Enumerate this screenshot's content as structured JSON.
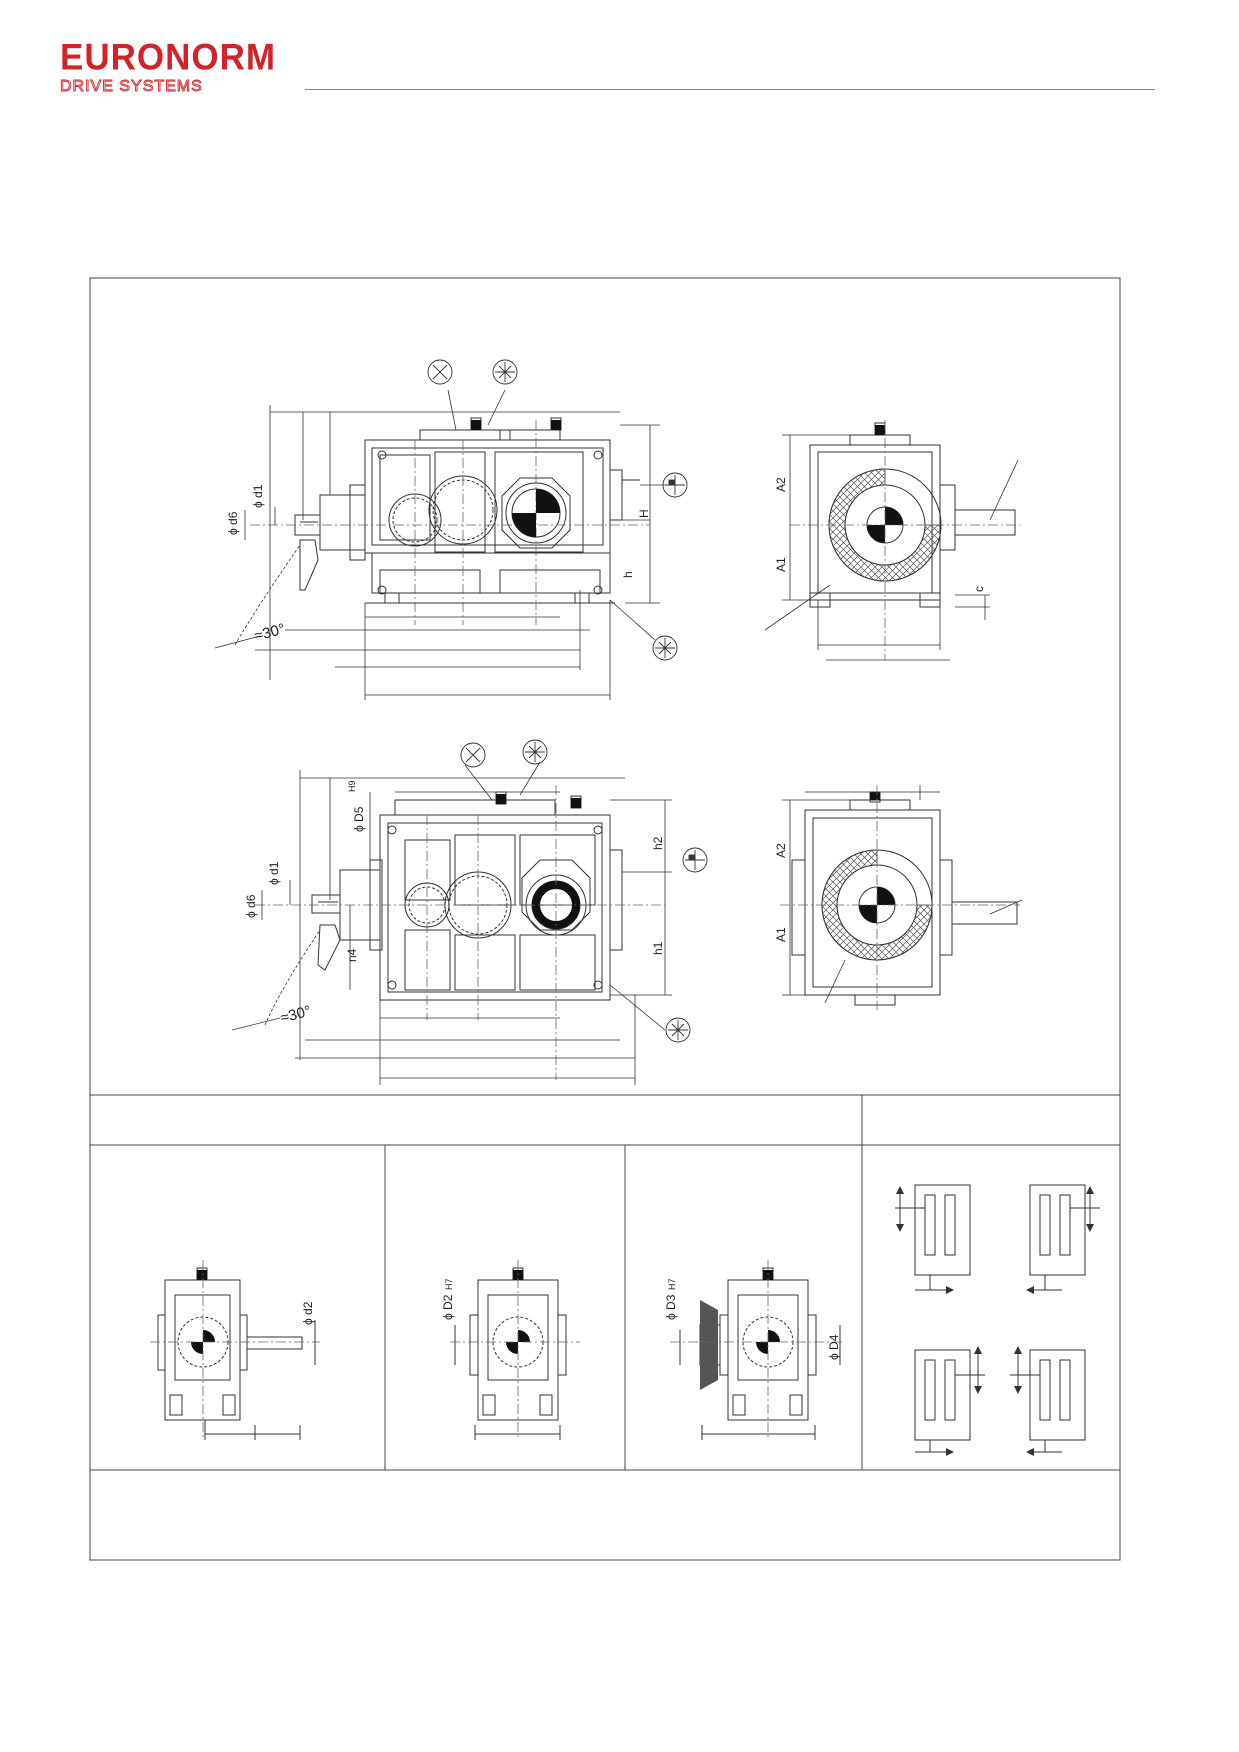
{
  "logo": {
    "main": "EURONORM",
    "sub": "DRIVE SYSTEMS",
    "color": "#d2232a"
  },
  "labels": {
    "top": {
      "d6": "ϕ d6",
      "d1": "ϕ d1",
      "H": "H",
      "h": "h",
      "angle": "≈30°",
      "A2": "A2",
      "A1": "A1",
      "c": "c"
    },
    "bottom": {
      "D5": "ϕ D5",
      "D5_tol": "H9",
      "d6": "ϕ d6",
      "d1": "ϕ d1",
      "h2": "h2",
      "h1": "h1",
      "n4": "n4",
      "angle": "≈30°",
      "A2": "A2",
      "A1": "A1"
    },
    "variants": {
      "d2": "ϕ d2",
      "D2": "ϕ D2",
      "D2_tol": "H7",
      "D3": "ϕ D3",
      "D3_tol": "H7",
      "D4": "ϕ D4"
    }
  },
  "icons": [
    "breather-x-icon",
    "oil-filler-icon",
    "oil-level-icon",
    "oil-drain-icon",
    "rotation-arrow-icon"
  ]
}
